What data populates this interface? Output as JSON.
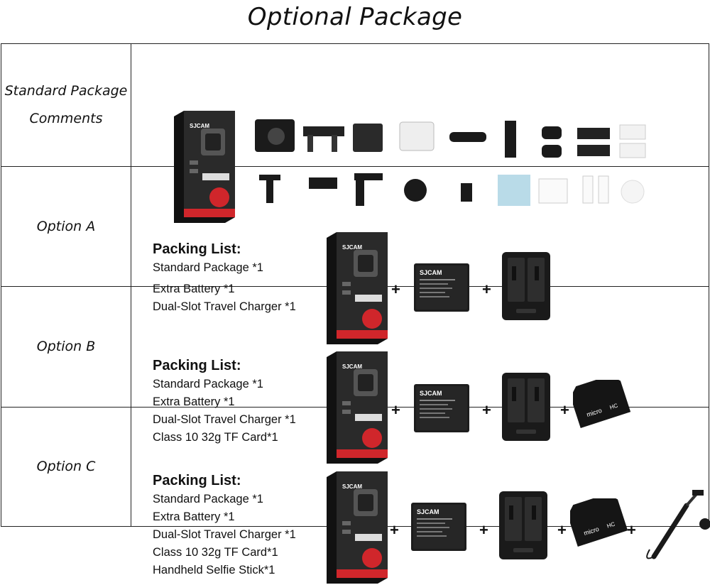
{
  "title": "Optional Package",
  "rows": [
    {
      "label_lines": [
        "Standard Package",
        "Comments"
      ]
    },
    {
      "label": "Option A",
      "packing_list": {
        "heading": "Packing List:",
        "items": [
          "Standard Package *1",
          "Extra Battery *1",
          "Dual-Slot Travel Charger *1"
        ]
      }
    },
    {
      "label": "Option B",
      "packing_list": {
        "heading": "Packing List:",
        "items": [
          "Standard Package *1",
          "Extra Battery *1",
          "Dual-Slot Travel Charger *1",
          "Class 10 32g TF Card*1"
        ]
      }
    },
    {
      "label": "Option C",
      "packing_list": {
        "heading": "Packing List:",
        "items": [
          "Standard Package *1",
          "Extra Battery *1",
          "Dual-Slot Travel Charger *1",
          "Class 10 32g TF Card*1",
          "Handheld Selfie Stick*1"
        ]
      }
    }
  ],
  "plus": "+",
  "brand": "SJCAM",
  "card_text": "micro",
  "colors": {
    "accent": "#d0262b",
    "box": "#1c1c1c",
    "border": "#222222"
  }
}
